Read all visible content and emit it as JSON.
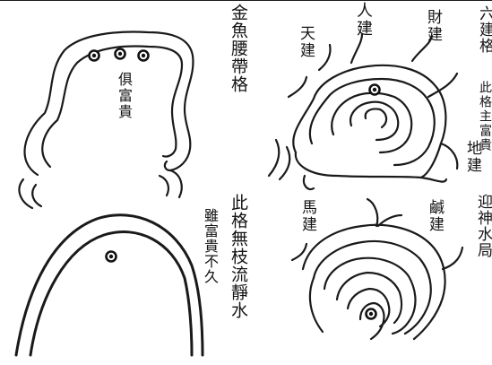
{
  "panels": {
    "golden_fish": {
      "title": "金魚腰帶格",
      "verdict": "俱富貴"
    },
    "six_builds": {
      "heaven": "天建",
      "person": "人建",
      "wealth": "財建",
      "earth": "地建",
      "edge_title": "六建格",
      "edge_note": "此格主富貴"
    },
    "flowing_water": {
      "note": "此格無枝流靜水",
      "verdict": "雖富貴不久"
    },
    "horse_salt": {
      "horse": "馬建",
      "salt": "鹹建",
      "edge_title": "迎神水局"
    }
  }
}
